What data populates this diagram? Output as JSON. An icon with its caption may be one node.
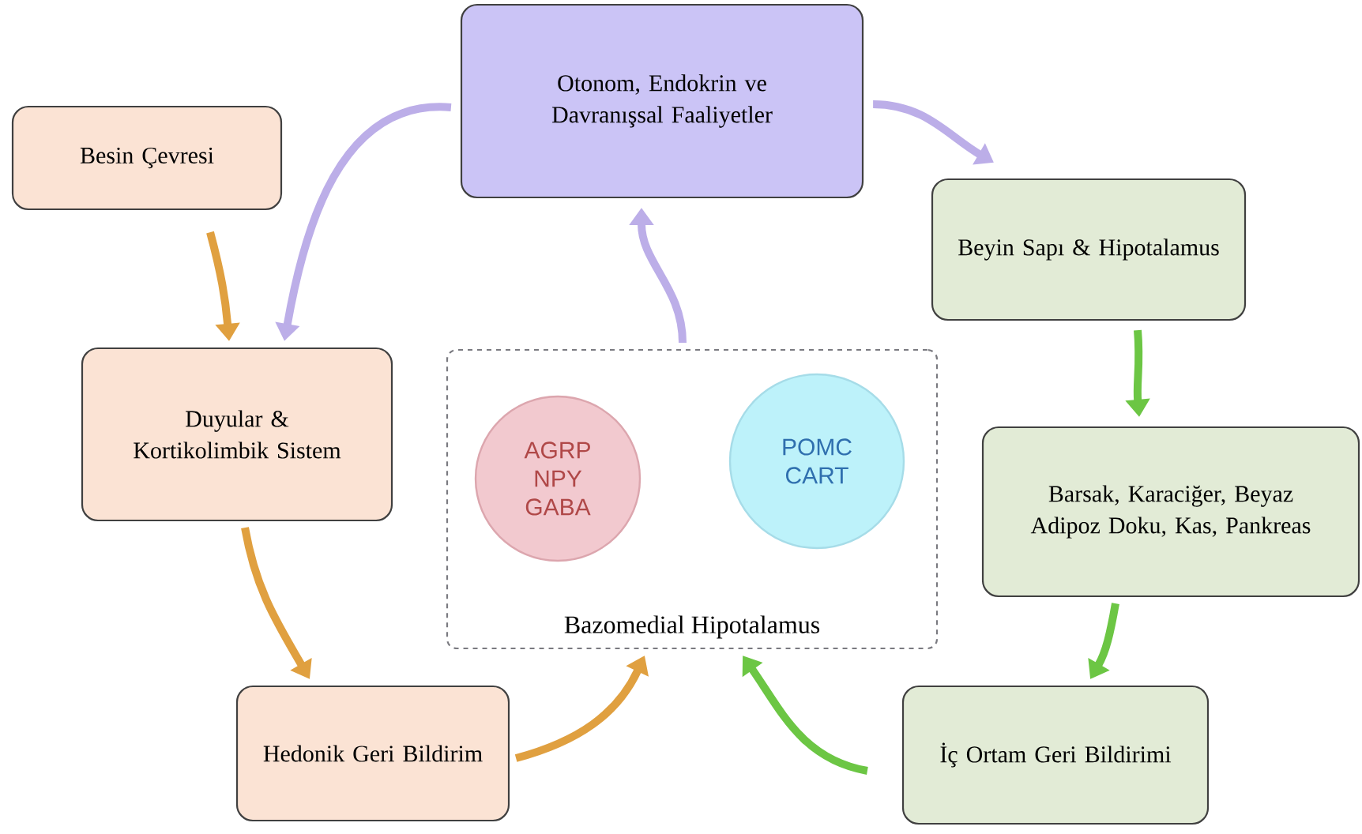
{
  "diagram": {
    "nodes": [
      {
        "text": [
          "Besin Çevresi"
        ]
      },
      {
        "text": [
          "Otonom, Endokrin ve Davranışsal Faaliyetler"
        ]
      },
      {
        "text": [
          "Beyin Sapı & Hipotalamus"
        ]
      },
      {
        "text": [
          "Duyular & Kortikolimbik Sistem"
        ]
      },
      {
        "text": [
          "Bazomedial Hipotalamus"
        ]
      },
      {
        "text": [
          "AGRP NPY GABA"
        ],
        "in": 4
      },
      {
        "text": [
          "POMC CART"
        ],
        "in": 4
      },
      {
        "text": [
          "Barsak, Karaciğer, Beyaz Adipoz Doku, Kas, Pankreas"
        ]
      },
      {
        "text": [
          "Hedonik Geri Bildirim"
        ]
      },
      {
        "text": [
          "İç Ortam Geri Bildirimi"
        ]
      }
    ],
    "edges": [
      {
        "from": 0,
        "to": 3,
        "arrow": "to",
        "color": "#e0a040"
      },
      {
        "from": 1,
        "to": 3,
        "arrow": "to",
        "color": "#bcaee8"
      },
      {
        "from": 1,
        "to": 2,
        "arrow": "to",
        "color": "#bcaee8"
      },
      {
        "from": 4,
        "to": 1,
        "arrow": "to",
        "color": "#bcaee8"
      },
      {
        "from": 2,
        "to": 7,
        "arrow": "to",
        "color": "#6cc644"
      },
      {
        "from": 7,
        "to": 9,
        "arrow": "to",
        "color": "#6cc644"
      },
      {
        "from": 9,
        "to": 4,
        "arrow": "to",
        "color": "#6cc644"
      },
      {
        "from": 3,
        "to": 8,
        "arrow": "to",
        "color": "#e0a040"
      },
      {
        "from": 8,
        "to": 4,
        "arrow": "to",
        "color": "#e0a040"
      }
    ]
  }
}
